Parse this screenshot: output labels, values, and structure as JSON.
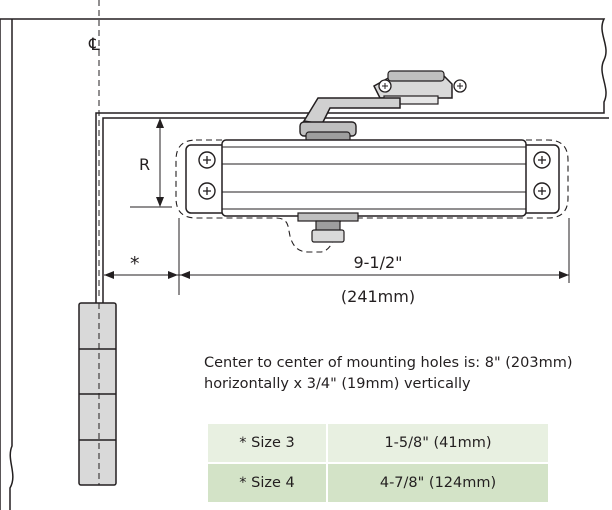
{
  "diagram": {
    "centerline_label": "℄",
    "radius_label": "R",
    "offset_label": "*",
    "width_label": "9-1/2\"",
    "width_metric_label": "(241mm)"
  },
  "note": {
    "line1": "Center to center of mounting holes is: 8\" (203mm)",
    "line2": "horizontally x 3/4\" (19mm) vertically"
  },
  "size_table": {
    "rows": [
      {
        "size": "* Size 3",
        "dimension": "1-5/8\" (41mm)"
      },
      {
        "size": "* Size 4",
        "dimension": "4-7/8\" (124mm)"
      }
    ]
  }
}
